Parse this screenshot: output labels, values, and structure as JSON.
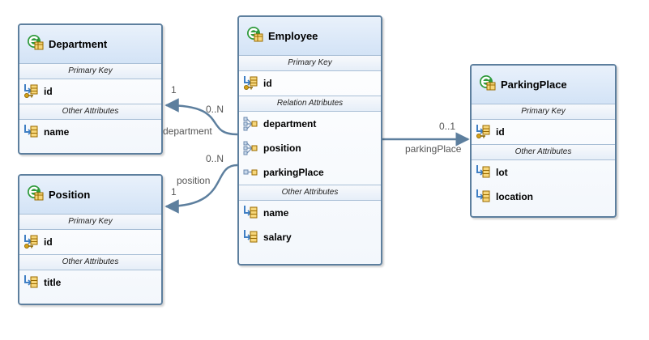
{
  "entities": {
    "department": {
      "name": "Department",
      "primary_key_label": "Primary Key",
      "primary_keys": [
        "id"
      ],
      "other_label": "Other Attributes",
      "others": [
        "name"
      ]
    },
    "position": {
      "name": "Position",
      "primary_key_label": "Primary Key",
      "primary_keys": [
        "id"
      ],
      "other_label": "Other Attributes",
      "others": [
        "title"
      ]
    },
    "employee": {
      "name": "Employee",
      "primary_key_label": "Primary Key",
      "primary_keys": [
        "id"
      ],
      "relation_label": "Relation Attributes",
      "relations": [
        "department",
        "position",
        "parkingPlace"
      ],
      "other_label": "Other Attributes",
      "others": [
        "name",
        "salary"
      ]
    },
    "parkingplace": {
      "name": "ParkingPlace",
      "primary_key_label": "Primary Key",
      "primary_keys": [
        "id"
      ],
      "other_label": "Other Attributes",
      "others": [
        "lot",
        "location"
      ]
    }
  },
  "connections": {
    "department": {
      "role": "department",
      "source_multiplicity": "0..N",
      "target_multiplicity": "1"
    },
    "position": {
      "role": "position",
      "source_multiplicity": "0..N",
      "target_multiplicity": "1"
    },
    "parkingplace": {
      "role": "parkingPlace",
      "target_multiplicity": "0..1"
    }
  },
  "colors": {
    "border": "#5d7f9e",
    "header_top": "#e9f1fb",
    "header_bottom": "#d3e3f6",
    "connector": "#5d7f9e",
    "entity_icon_green": "#2f9a3c",
    "key_gold": "#d4a017"
  },
  "icons": {
    "entity": "entity-icon",
    "primary_key": "primary-key-icon",
    "attribute": "attribute-icon",
    "relation_many": "many-to-one-relation-icon",
    "relation_one": "one-to-one-relation-icon"
  }
}
